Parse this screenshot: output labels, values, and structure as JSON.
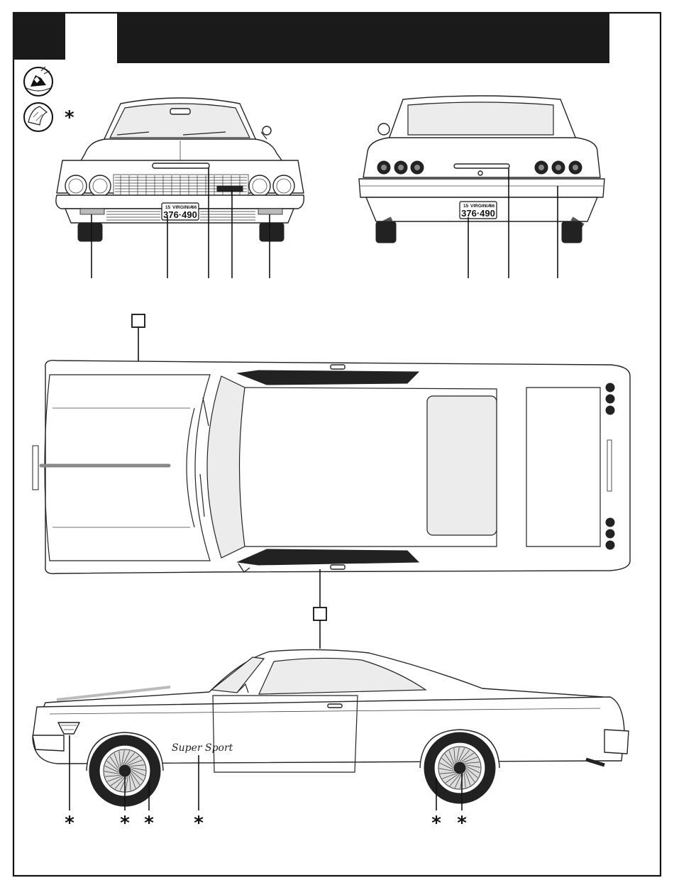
{
  "header": {
    "step_number": "",
    "title": ""
  },
  "legend": {
    "decal_icon": "water-slide-decal-icon",
    "optional_icon": "apply-decal-icon",
    "optional_mark": "*"
  },
  "plates": {
    "front": {
      "state": "VIRGINIA",
      "prefix": "15",
      "year": "66",
      "number": "376·490"
    },
    "rear": {
      "state": "VIRGINIA",
      "prefix": "15",
      "year": "66",
      "number": "376·490"
    }
  },
  "side_badge_script": "Super Sport",
  "side_callouts": {
    "mark": "*",
    "count": 6
  },
  "callout_boxes": {
    "top_view": "",
    "side_view": ""
  },
  "colors": {
    "ink": "#222222",
    "header_fill": "#1a1a1a",
    "glass": "#ececec"
  }
}
